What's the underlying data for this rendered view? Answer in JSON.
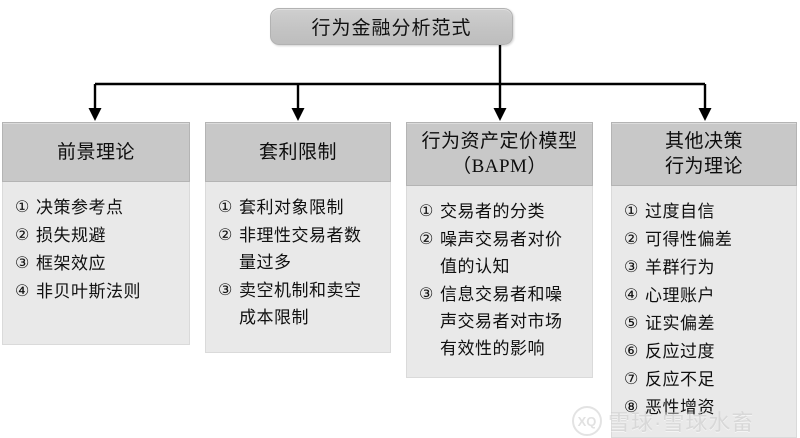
{
  "diagram": {
    "type": "hierarchy-tree",
    "root": {
      "label": "行为金融分析范式"
    },
    "branches": [
      {
        "header": "前景理论",
        "items": [
          {
            "marker": "①",
            "text": "决策参考点"
          },
          {
            "marker": "②",
            "text": "损失规避"
          },
          {
            "marker": "③",
            "text": "框架效应"
          },
          {
            "marker": "④",
            "text": "非贝叶斯法则"
          }
        ]
      },
      {
        "header": "套利限制",
        "items": [
          {
            "marker": "①",
            "text": "套利对象限制"
          },
          {
            "marker": "②",
            "text": "非理性交易者数\n量过多"
          },
          {
            "marker": "③",
            "text": "卖空机制和卖空\n成本限制"
          }
        ]
      },
      {
        "header": "行为资产定价模型\n（BAPM）",
        "items": [
          {
            "marker": "①",
            "text": "交易者的分类"
          },
          {
            "marker": "②",
            "text": "噪声交易者对价\n值的认知"
          },
          {
            "marker": "③",
            "text": "信息交易者和噪\n声交易者对市场\n有效性的影响"
          }
        ]
      },
      {
        "header": "其他决策\n行为理论",
        "items": [
          {
            "marker": "①",
            "text": "过度自信"
          },
          {
            "marker": "②",
            "text": "可得性偏差"
          },
          {
            "marker": "③",
            "text": "羊群行为"
          },
          {
            "marker": "④",
            "text": "心理账户"
          },
          {
            "marker": "⑤",
            "text": "证实偏差"
          },
          {
            "marker": "⑥",
            "text": "反应过度"
          },
          {
            "marker": "⑦",
            "text": "反应不足"
          },
          {
            "marker": "⑧",
            "text": "恶性增资"
          }
        ]
      }
    ]
  },
  "watermark": {
    "logo": "XQ",
    "text": "雪球·雪球水畜"
  },
  "colors": {
    "root_fill": "#c6c6c6",
    "header_fill": "#c8c8c8",
    "body_fill": "#e9e9e9",
    "connector": "#000000",
    "text": "#101010",
    "background": "#ffffff"
  }
}
